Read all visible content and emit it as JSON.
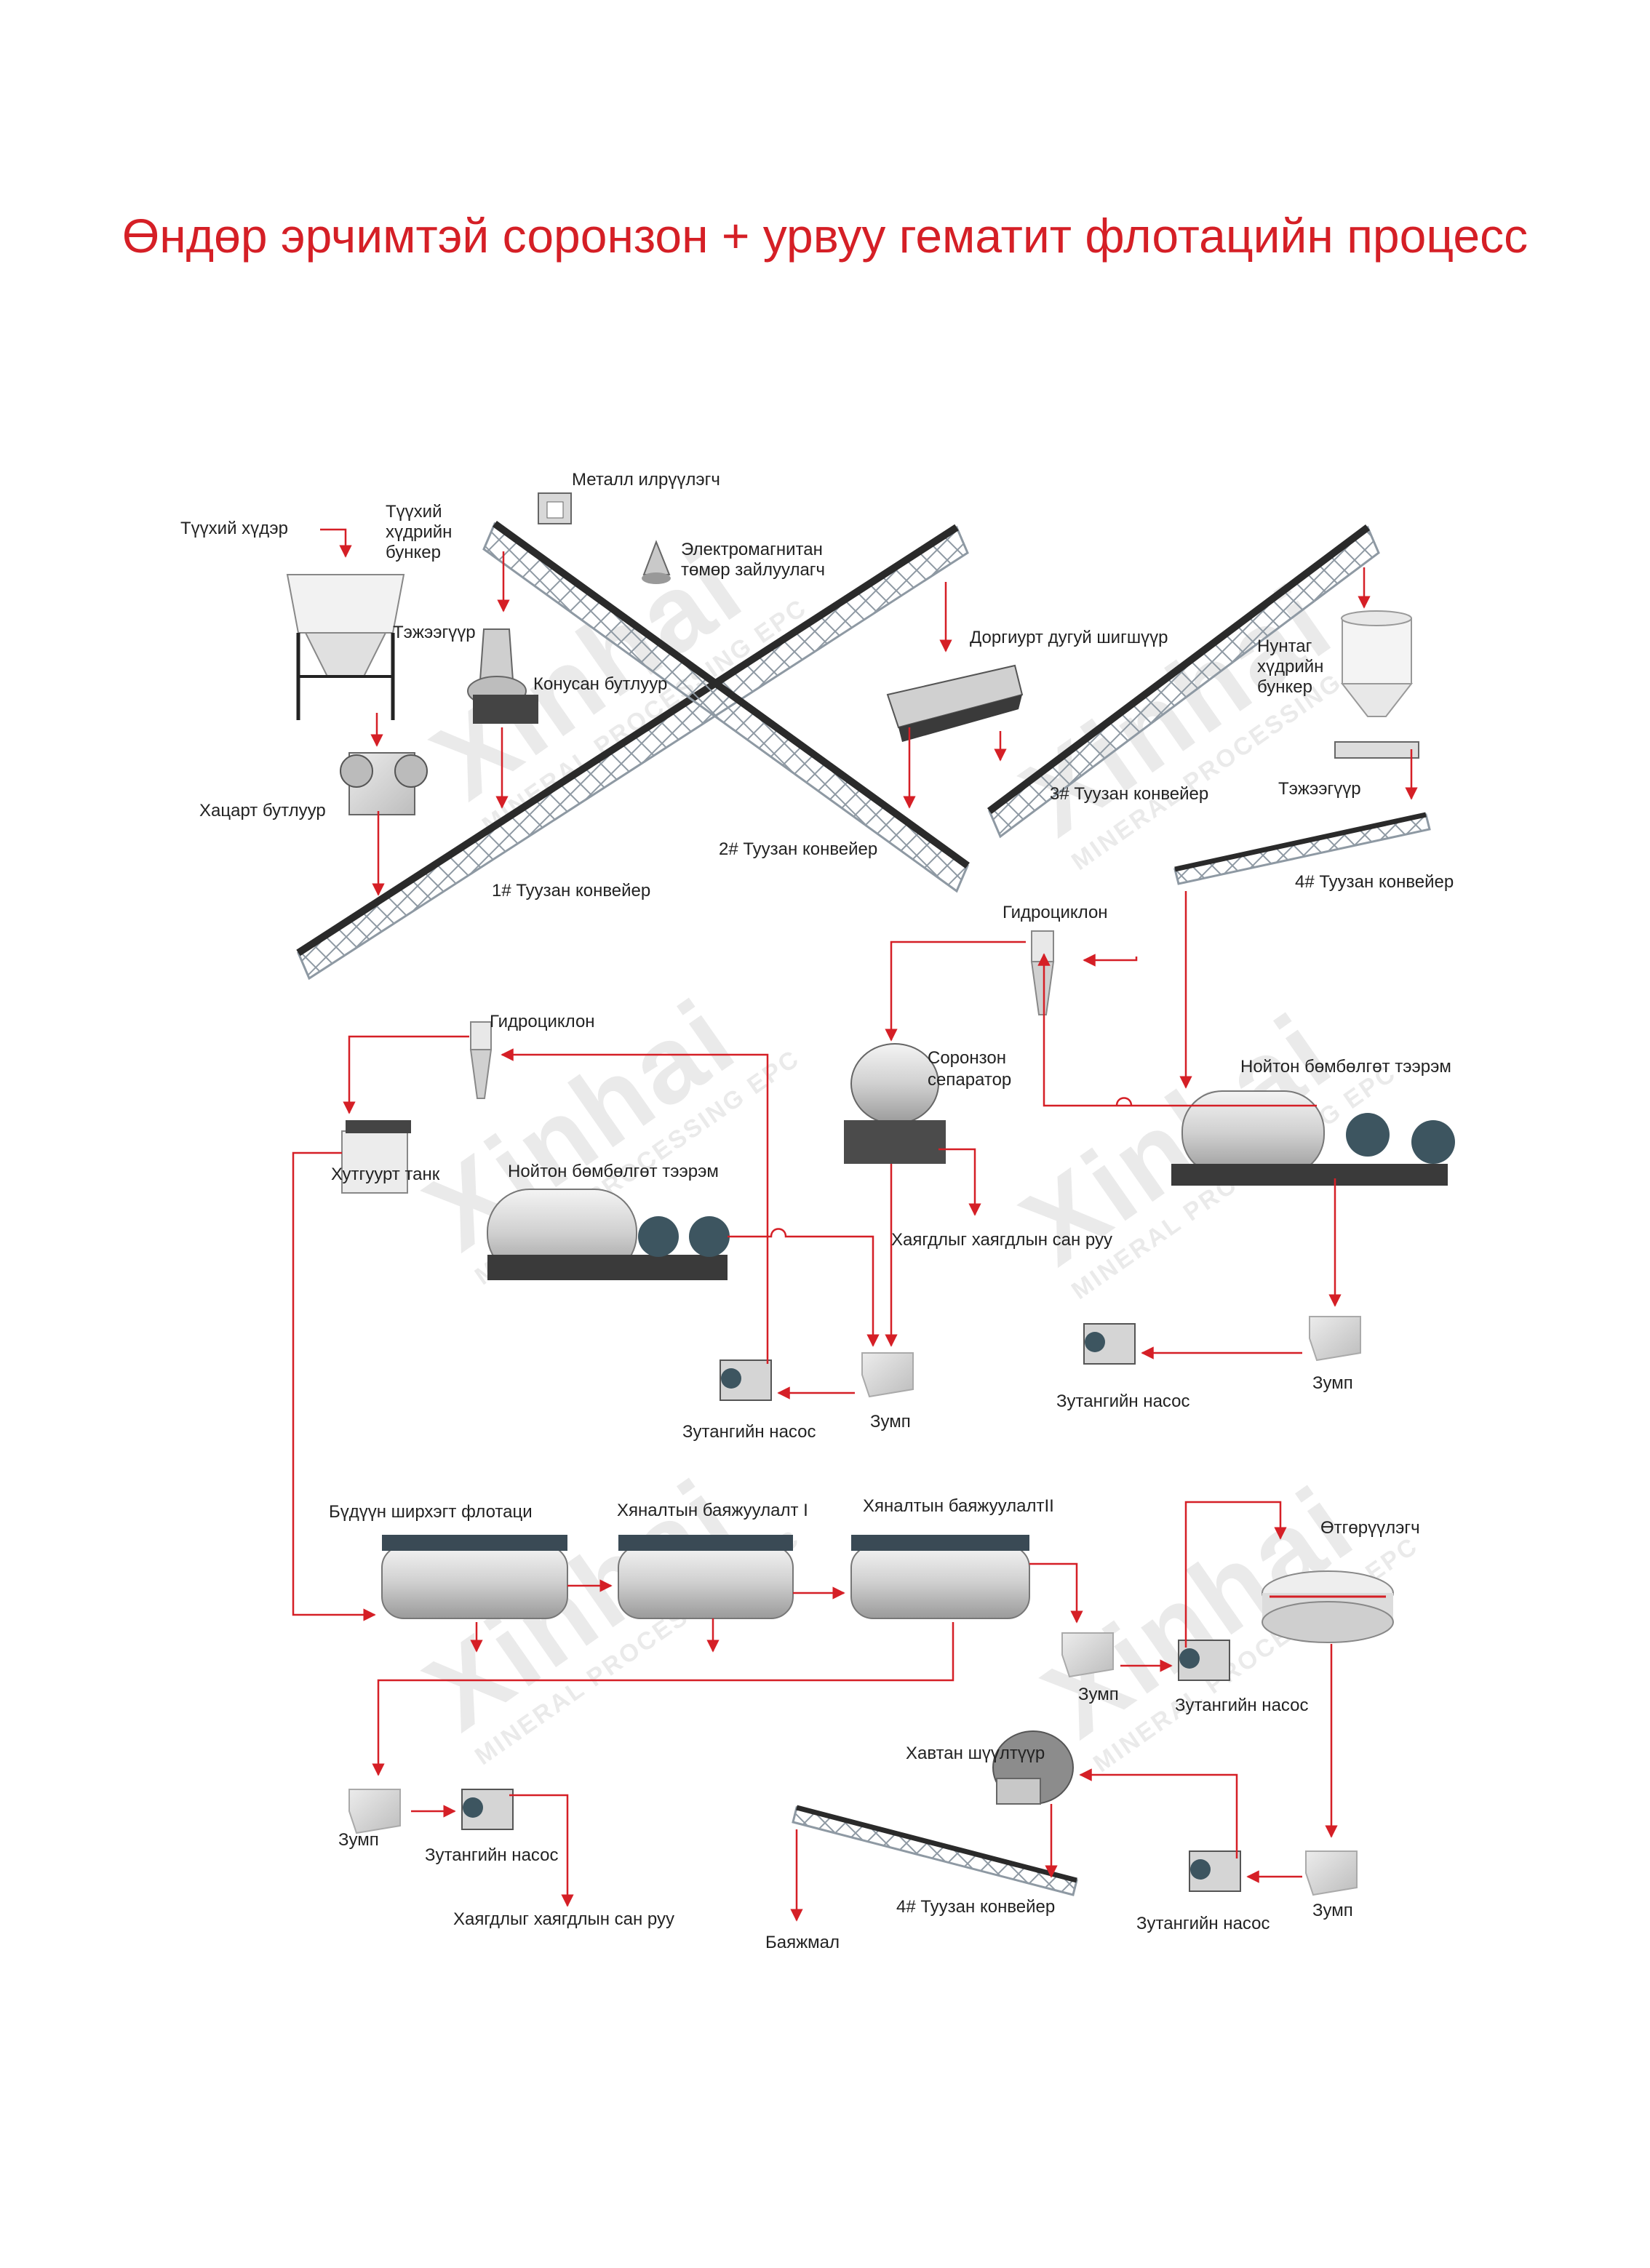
{
  "title": "Өндөр эрчимтэй соронзон + урвуу гематит флотацийн процесс",
  "watermark": {
    "brand": "Xinhai",
    "tagline": "MINERAL PROCESSING EPC"
  },
  "colors": {
    "title": "#d51f26",
    "arrow": "#d51f26",
    "equipment": "#d8d8d8",
    "frame": "#9aa4ad",
    "belt": "#2a2a2a"
  },
  "labels": {
    "raw_ore": "Түүхий хүдэр",
    "raw_ore_bin": "Түүхий хүдрийн бункер",
    "metal_detector": "Металл илрүүлэгч",
    "electromagnetic_iron_remover": "Электромагнитан төмөр зайлуулагч",
    "feeder_1": "Тэжээгүүр",
    "cone_crusher": "Конусан бутлуур",
    "circular_screen": "Доргиурт дугуй шигшүүр",
    "powder_bin": "Нунтаг хүдрийн бункер",
    "jaw_crusher": "Хацарт бутлуур",
    "conveyor_3": "3# Туузан конвейер",
    "feeder_2": "Тэжээгүүр",
    "conveyor_2": "2# Туузан конвейер",
    "conveyor_4_top": "4# Туузан конвейер",
    "conveyor_1": "1# Туузан конвейер",
    "hydrocyclone_right": "Гидроциклон",
    "hydrocyclone_left": "Гидроциклон",
    "magnetic_separator": "Соронзон сепаратор",
    "ball_mill_right": "Нойтон бөмбөлгөт тээрэм",
    "agitation_tank": "Хутгуурт танк",
    "ball_mill_left": "Нойтон бөмбөлгөт тээрэм",
    "tailings_to_pond_1": "Хаягдлыг хаягдлын сан руу",
    "sump_right": "Зумп",
    "slurry_pump_right": "Зутангийн насос",
    "sump_mid": "Зумп",
    "slurry_pump_mid": "Зутангийн насос",
    "rougher_flotation": "Бүдүүн ширхэгт флотаци",
    "cleaner_1": "Хяналтын баяжуулалт I",
    "cleaner_2": "Хяналтын баяжуулалтII",
    "thickener": "Өтгөрүүлэгч",
    "sump_flot": "Зумп",
    "slurry_pump_flot": "Зутангийн насос",
    "disc_filter": "Хавтан шүүлтүүр",
    "sump_bl": "Зумп",
    "slurry_pump_bl": "Зутангийн насос",
    "tailings_to_pond_2": "Хаягдлыг хаягдлын сан руу",
    "conveyor_4_bottom": "4# Туузан конвейер",
    "concentrate": "Баяжмал",
    "slurry_pump_br": "Зутангийн насос",
    "sump_br": "Зумп"
  }
}
